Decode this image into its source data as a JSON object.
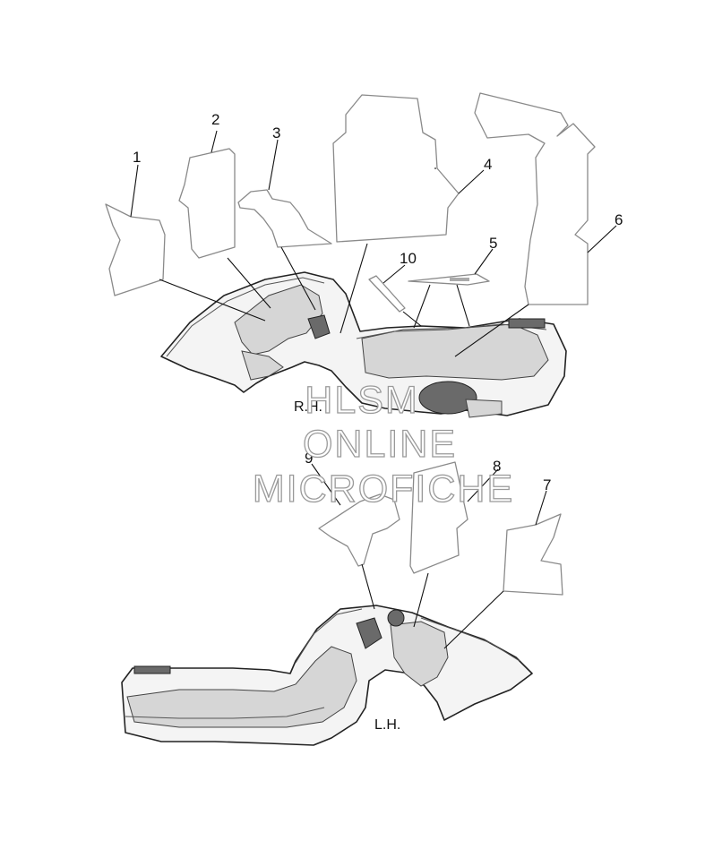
{
  "callouts": [
    {
      "id": "c1",
      "label": "1"
    },
    {
      "id": "c2",
      "label": "2"
    },
    {
      "id": "c3",
      "label": "3"
    },
    {
      "id": "c4",
      "label": "4"
    },
    {
      "id": "c5",
      "label": "5"
    },
    {
      "id": "c6",
      "label": "6"
    },
    {
      "id": "c7",
      "label": "7"
    },
    {
      "id": "c8",
      "label": "8"
    },
    {
      "id": "c9",
      "label": "9"
    },
    {
      "id": "c10",
      "label": "10"
    }
  ],
  "side_labels": {
    "right": "R.H.",
    "left": "L.H."
  },
  "watermark": {
    "line1": "HLSM",
    "line2": "ONLINE",
    "line3": "MICROFICHE"
  }
}
